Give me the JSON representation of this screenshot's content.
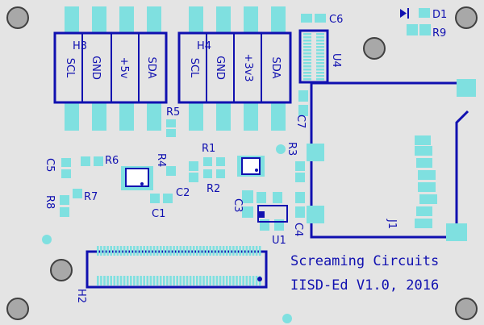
{
  "board": {
    "colors": {
      "background": "#e4e4e4",
      "pad": "#7fe0e0",
      "silkscreen": "#1010b0",
      "hole_fill": "#a8a8a8",
      "hole_ring": "#404040"
    }
  },
  "headers": {
    "h3": {
      "designator": "H3",
      "pins": [
        "SCL",
        "GND",
        "+5v",
        "SDA"
      ]
    },
    "h4": {
      "designator": "H4",
      "pins": [
        "SCL",
        "GND",
        "+3v3",
        "SDA"
      ]
    }
  },
  "components": {
    "c1": "C1",
    "c2": "C2",
    "c3": "C3",
    "c4": "C4",
    "c5": "C5",
    "c6": "C6",
    "c7": "C7",
    "r1": "R1",
    "r2": "R2",
    "r3": "R3",
    "r4": "R4",
    "r5": "R5",
    "r6": "R6",
    "r7": "R7",
    "r8": "R8",
    "r9": "R9",
    "d1": "D1",
    "u1": "U1",
    "u4": "U4",
    "j1": "J1",
    "h2": "H2"
  },
  "branding": {
    "company": "Screaming Circuits",
    "board_version": "IISD-Ed V1.0, 2016"
  }
}
